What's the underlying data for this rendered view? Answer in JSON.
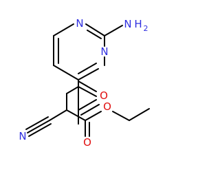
{
  "atoms": {
    "n_ring_top": "N",
    "n_ring_mid": "N",
    "amine_n": "N",
    "amine_h": "H",
    "amine_sub": "2",
    "ketone_o": "O",
    "ester_o_single": "O",
    "ester_o_double": "O",
    "nitrile_n": "N"
  },
  "colors": {
    "bond": "#000000",
    "nitrogen": "#2f2fe0",
    "oxygen": "#e01010"
  }
}
